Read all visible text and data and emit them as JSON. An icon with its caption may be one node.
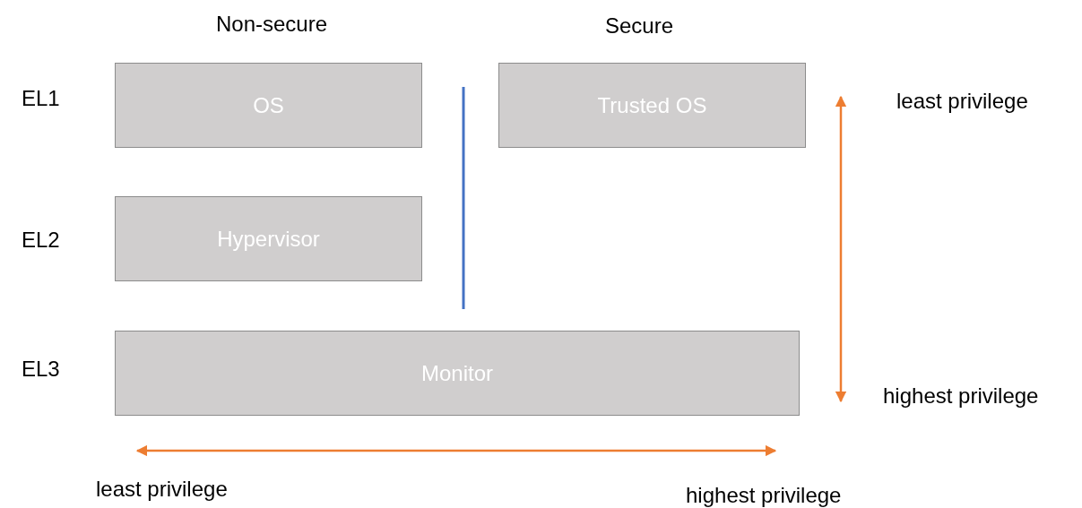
{
  "diagram": {
    "nodes": [
      {
        "text": [
          "OS"
        ]
      },
      {
        "text": [
          "Trusted OS"
        ]
      },
      {
        "text": [
          "Hypervisor"
        ]
      },
      {
        "text": [
          "Monitor"
        ]
      }
    ],
    "labels": [
      "Non-secure",
      "Secure",
      "EL1",
      "EL2",
      "EL3",
      "least privilege",
      "highest privilege",
      "least privilege",
      "highest privilege"
    ]
  }
}
